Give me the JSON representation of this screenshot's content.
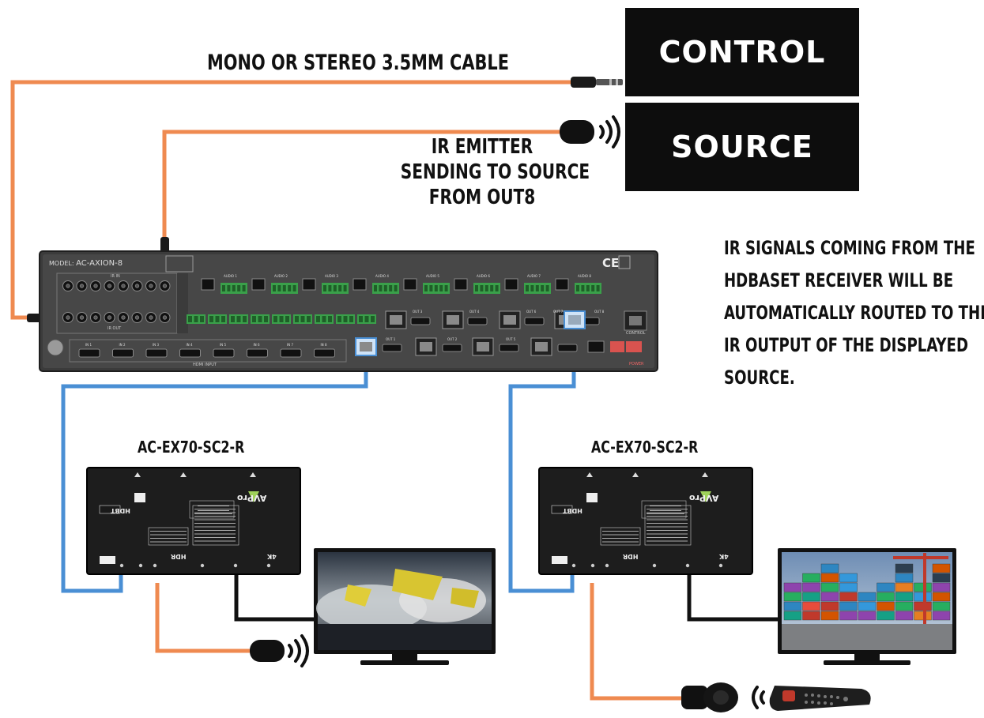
{
  "labels": {
    "control": "CONTROL",
    "source": "SOURCE",
    "mono_cable": "MONO OR STEREO 3.5MM CABLE",
    "ir_emitter": [
      "IR EMITTER",
      "SENDING TO SOURCE",
      "FROM OUT8"
    ],
    "ir_signals": [
      "IR SIGNALS COMING FROM THE",
      "HDBASET RECEIVER WILL BE",
      "AUTOMATICALLY ROUTED TO THE",
      "IR OUTPUT OF THE DISPLAYED",
      "SOURCE."
    ],
    "receiver_left": "AC-EX70-SC2-R",
    "receiver_right": "AC-EX70-SC2-R"
  },
  "matrix": {
    "model_prefix": "MODEL:",
    "model": "AC-AXION-8",
    "ce": "CE",
    "hdmi_input": "HDMI INPUT",
    "ir_in_label": "IR IN",
    "ir_out_label": "IR OUT",
    "audio_labels": [
      "AUDIO 1",
      "AUDIO 2",
      "AUDIO 3",
      "AUDIO 4",
      "AUDIO 5",
      "AUDIO 6",
      "AUDIO 7",
      "AUDIO 8"
    ],
    "input_labels": [
      "IN 1",
      "IN 2",
      "IN 3",
      "IN 4",
      "IN 5",
      "IN 6",
      "IN 7",
      "IN 8"
    ],
    "out_labels_top": [
      "OUT 3",
      "OUT 4",
      "OUT 6",
      "OUT 7",
      "OUT 8"
    ],
    "out_labels_bottom": [
      "OUT 1",
      "OUT 2",
      "OUT 5"
    ],
    "power": "POWER",
    "control": "CONTROL"
  },
  "receiver": {
    "brand": "AVPro",
    "hdbt": "HDBT",
    "hdr": "HDR",
    "k4": "4K"
  },
  "colors": {
    "orange_cable": "#ef8a50",
    "blue_cable": "#4a8fd4",
    "black_cable": "#111111",
    "device": "#1c1c1c",
    "matrix_body": "#3a3a3a",
    "label_black": "#0d0d0d"
  }
}
